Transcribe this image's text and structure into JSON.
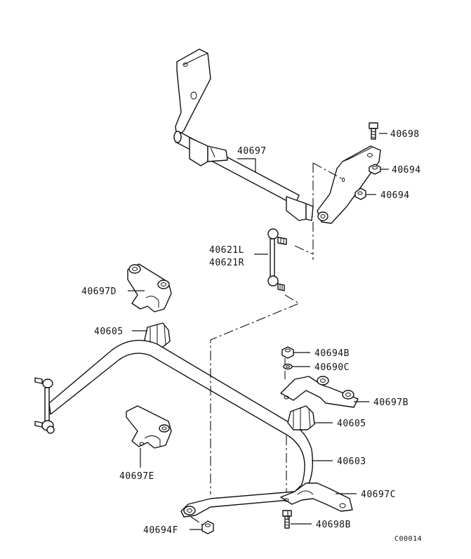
{
  "callouts": {
    "p40697": "40697",
    "p40698": "40698",
    "p40694_a": "40694",
    "p40694_b": "40694",
    "p40621L": "40621L",
    "p40621R": "40621R",
    "p40697D": "40697D",
    "p40605_a": "40605",
    "p40694B": "40694B",
    "p40690C": "40690C",
    "p40697B": "40697B",
    "p40605_b": "40605",
    "p40697E": "40697E",
    "p40603": "40603",
    "p40697C": "40697C",
    "p40694F": "40694F",
    "p40698B": "40698B"
  },
  "diagram_code": "C00014"
}
